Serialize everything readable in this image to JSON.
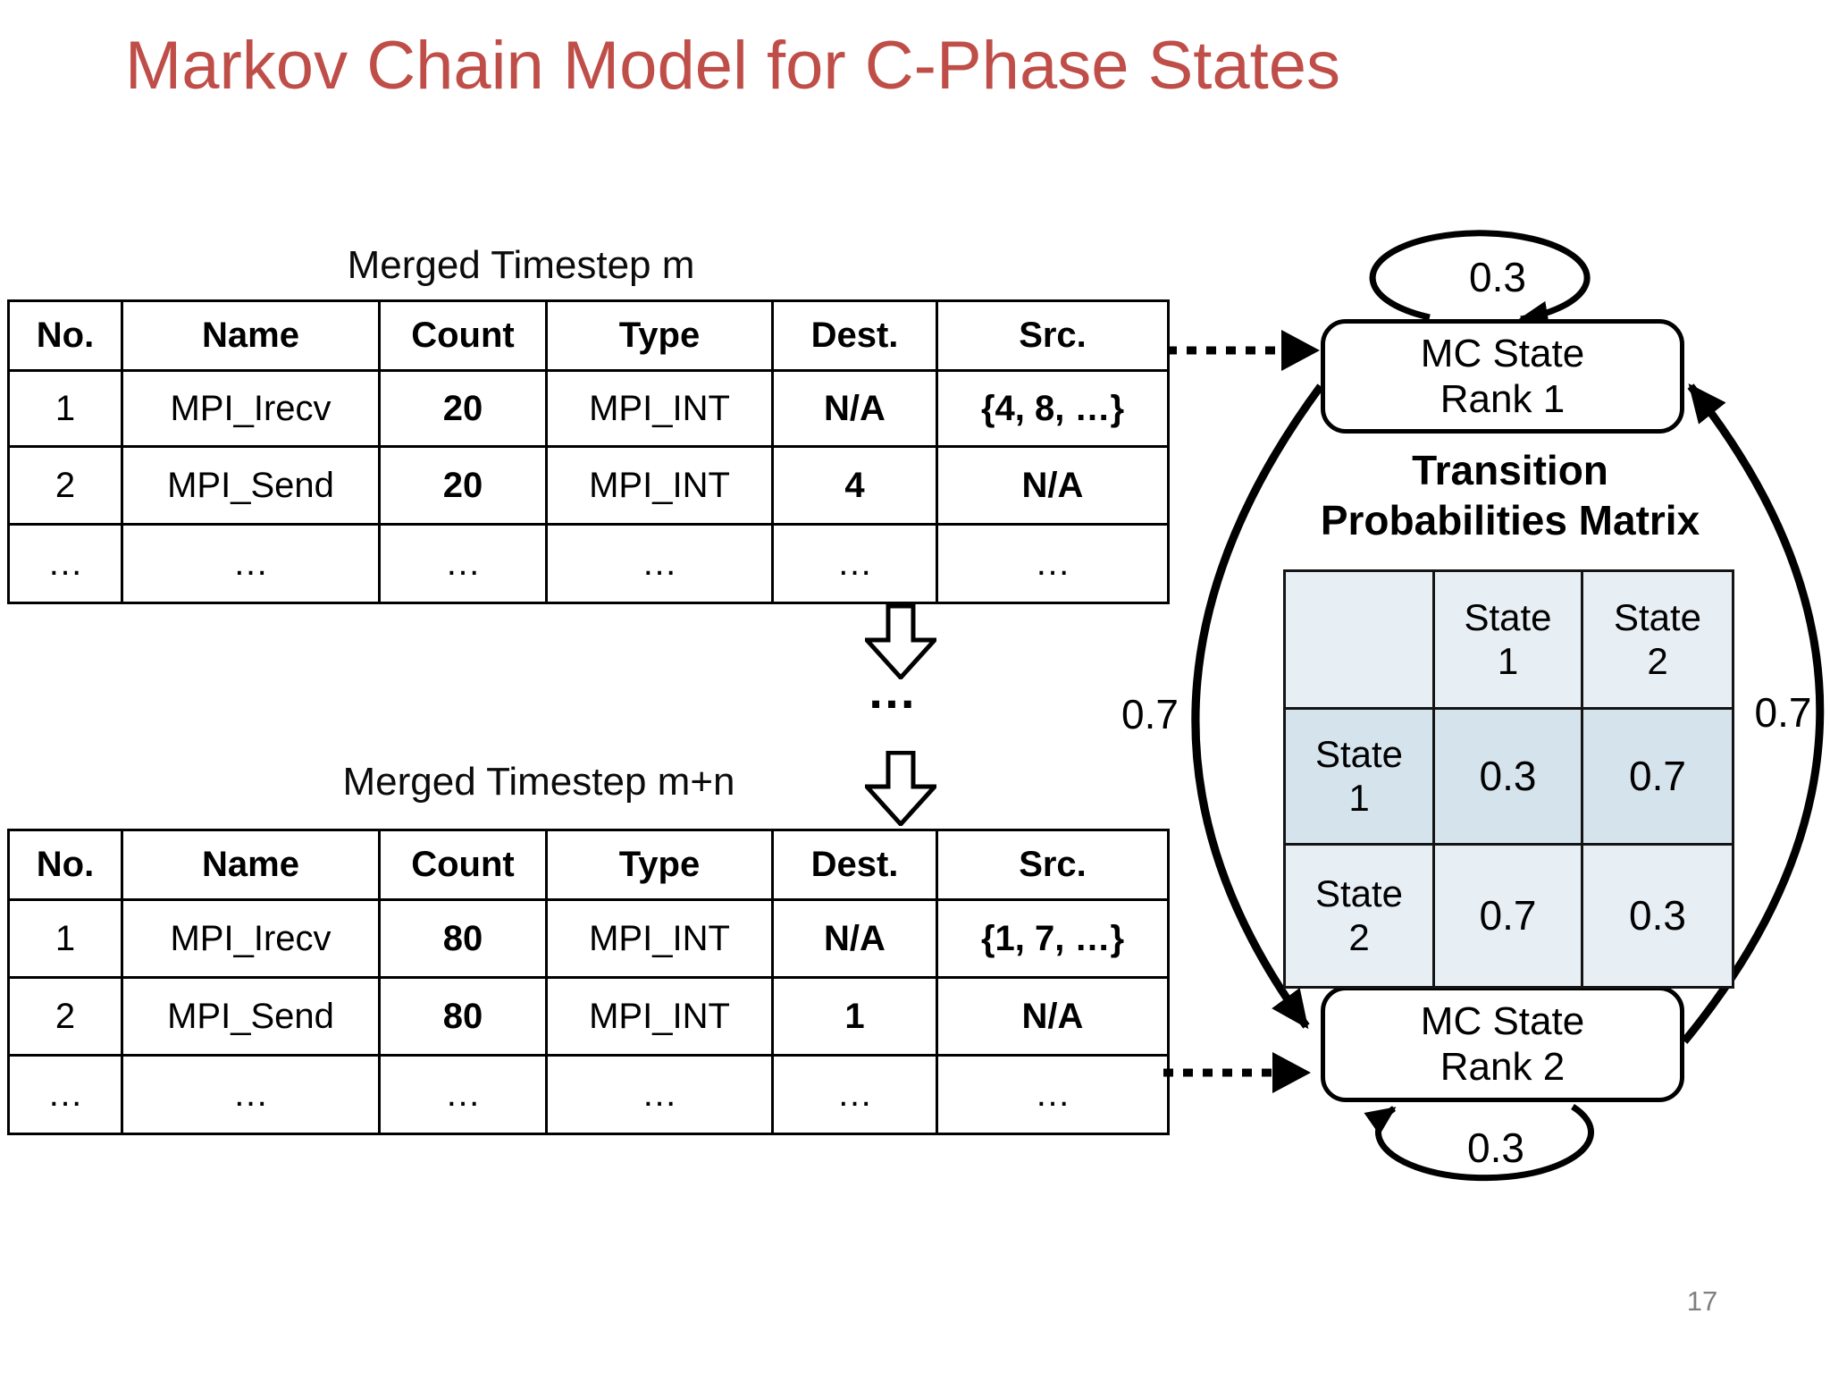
{
  "slide": {
    "title": "Markov Chain Model for C-Phase States",
    "page_number": "17",
    "accent_color": "#bf4e49"
  },
  "tables": [
    {
      "caption": "Merged Timestep m",
      "headers": [
        "No.",
        "Name",
        "Count",
        "Type",
        "Dest.",
        "Src."
      ],
      "rows": [
        [
          "1",
          "MPI_Irecv",
          "20",
          "MPI_INT",
          "N/A",
          "{4, 8, …}"
        ],
        [
          "2",
          "MPI_Send",
          "20",
          "MPI_INT",
          "4",
          "N/A"
        ],
        [
          "…",
          "…",
          "…",
          "…",
          "…",
          "…"
        ]
      ]
    },
    {
      "caption": "Merged Timestep m+n",
      "headers": [
        "No.",
        "Name",
        "Count",
        "Type",
        "Dest.",
        "Src."
      ],
      "rows": [
        [
          "1",
          "MPI_Irecv",
          "80",
          "MPI_INT",
          "N/A",
          "{1, 7, …}"
        ],
        [
          "2",
          "MPI_Send",
          "80",
          "MPI_INT",
          "1",
          "N/A"
        ],
        [
          "…",
          "…",
          "…",
          "…",
          "…",
          "…"
        ]
      ]
    }
  ],
  "flow": {
    "ellipsis": "…"
  },
  "markov": {
    "state1_lines": [
      "MC State",
      "Rank 1"
    ],
    "state2_lines": [
      "MC State",
      "Rank 2"
    ],
    "self_loop_top": "0.3",
    "self_loop_bottom": "0.3",
    "transition_left": "0.7",
    "transition_right": "0.7",
    "matrix": {
      "title_lines": [
        "Transition",
        "Probabilities Matrix"
      ],
      "col_headers": [
        [
          "State",
          "1"
        ],
        [
          "State",
          "2"
        ]
      ],
      "row_headers": [
        [
          "State",
          "1"
        ],
        [
          "State",
          "2"
        ]
      ],
      "values": [
        [
          "0.3",
          "0.7"
        ],
        [
          "0.7",
          "0.3"
        ]
      ],
      "cell_colors": {
        "header_row": "#e7eef4",
        "state1_row": "#d5e3ec",
        "state2_row": "#e7eef4"
      }
    }
  },
  "chart_data": {
    "type": "table",
    "title": "Transition Probabilities Matrix",
    "categories": [
      "State 1",
      "State 2"
    ],
    "series": [
      {
        "name": "State 1",
        "values": [
          0.3,
          0.7
        ]
      },
      {
        "name": "State 2",
        "values": [
          0.7,
          0.3
        ]
      }
    ]
  }
}
